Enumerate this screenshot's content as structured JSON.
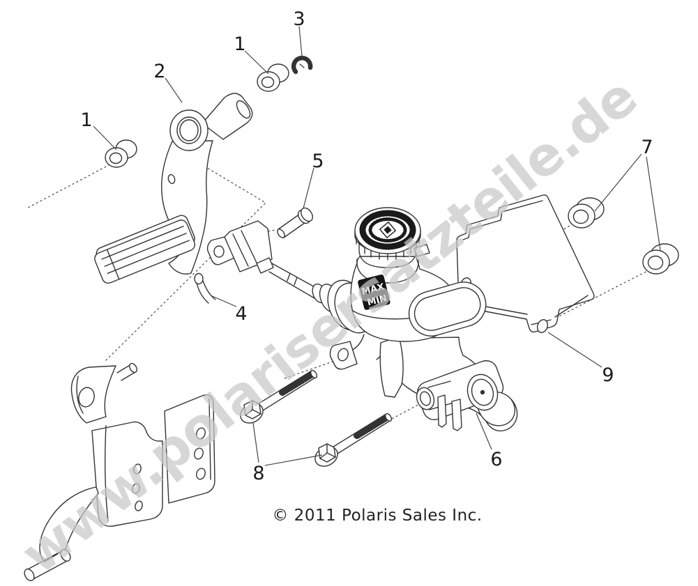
{
  "page": {
    "background": "#ffffff",
    "line_color": "#333333"
  },
  "watermark": {
    "text": "www.polarisersatzteile.de",
    "color": "#c8c8c8"
  },
  "footer": {
    "copyright": "© 2011 Polaris Sales Inc."
  },
  "master_cylinder": {
    "reservoir_max_label": "MAX",
    "reservoir_min_label": "MIN"
  },
  "callouts": {
    "pedal_bushing_left": "1",
    "pedal_bushing_top": "1",
    "brake_pedal": "2",
    "e_clip": "3",
    "cotter_pin": "4",
    "clevis_pin": "5",
    "master_cylinder": "6",
    "mount_bushings": "7",
    "mount_bolts": "8",
    "mount_plate": "9"
  }
}
